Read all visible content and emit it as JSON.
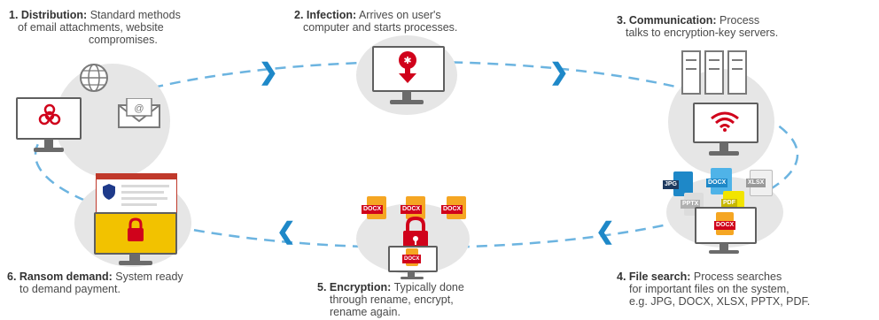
{
  "steps": {
    "s1": {
      "title": "1. Distribution:",
      "line1": "Standard methods",
      "line2": "of email attachments, website",
      "line3": "compromises."
    },
    "s2": {
      "title": "2. Infection:",
      "line1": "Arrives on user's",
      "line2": "computer and starts processes."
    },
    "s3": {
      "title": "3. Communication:",
      "line1": "Process",
      "line2": "talks to encryption-key servers."
    },
    "s4": {
      "title": "4. File search:",
      "line1": "Process searches",
      "line2": "for important files on the system,",
      "line3": "e.g. JPG, DOCX, XLSX, PPTX, PDF."
    },
    "s5": {
      "title": "5. Encryption:",
      "line1": "Typically done",
      "line2": "through rename, encrypt,",
      "line3": "rename again."
    },
    "s6": {
      "title": "6. Ransom demand:",
      "line1": "System ready",
      "line2": "to demand payment."
    }
  },
  "file_labels": {
    "jpg": "JPG",
    "docx": "DOCX",
    "xlsx": "XLSX",
    "pptx": "PPTX",
    "pdf": "PDF",
    "enc1": "DOCX",
    "enc2": "DOCX",
    "enc3": "DOCX",
    "enc4": "DOCX",
    "search": "DOCX"
  },
  "colors": {
    "accent_blue": "#1e88c8",
    "danger_red": "#d0021b",
    "file_orange": "#f5a623",
    "circle_gray": "#e6e6e6",
    "lock_yellow": "#f2c200"
  },
  "icons": [
    "globe-icon",
    "biohazard-icon",
    "email-icon",
    "infection-icon",
    "server-icon",
    "wifi-icon",
    "lock-icon",
    "document-icon"
  ]
}
